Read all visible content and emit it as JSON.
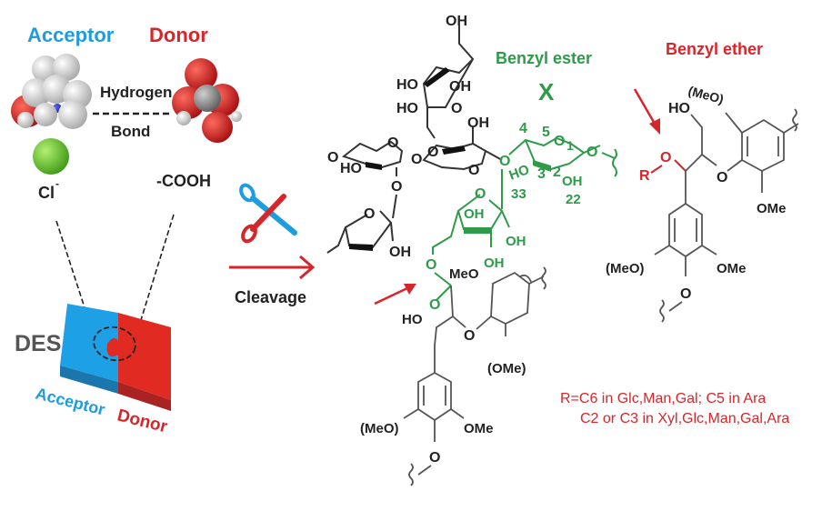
{
  "des_panel": {
    "acceptor_label": "Acceptor",
    "donor_label": "Donor",
    "hydrogen_bond_label_line1": "Hydrogen",
    "hydrogen_bond_label_line2": "Bond",
    "chloride_label": "Cl",
    "chloride_charge": "-",
    "carboxyl_label": "-COOH",
    "des_label": "DES",
    "block_acceptor_label": "Acceptor",
    "block_donor_label": "Donor",
    "colors": {
      "acceptor": "#1e9ce0",
      "donor": "#d6262a",
      "chlorine": "#6cc530",
      "oxygen": "#d0201f",
      "hydrogen": "#e6e6e6",
      "carbon": "#8a8a8a"
    }
  },
  "process": {
    "icon": "scissors-icon",
    "arrow_label": "Cleavage"
  },
  "center_structure": {
    "benzyl_ester_label": "Benzyl ester",
    "cleave_mark": "X",
    "labels": {
      "oh_top": "OH",
      "ho_a": "HO",
      "oh_a": "OH",
      "ho_b": "HO",
      "o_ring_a": "O",
      "oh_mid": "OH",
      "o_left": "O",
      "ho_left": "HO",
      "o_ring_left": "O",
      "o_link1": "O",
      "o_link2": "O",
      "o_ring_mid": "O",
      "o_link3": "O",
      "o_down": "O",
      "o_furan": "O",
      "oh_furan": "OH",
      "o_link_green": "O",
      "n4": "4",
      "n5": "5",
      "o_ring_green": "O",
      "n1": "1",
      "o_green_end": "O",
      "ho3": "HO",
      "n3": "3",
      "n2": "2",
      "oh2": "OH",
      "n33": "33",
      "n22": "22",
      "o_green_furan": "O",
      "oh_g1": "OH",
      "oh_g2": "OH",
      "oh_g3": "OH",
      "o_ester": "O",
      "o_carbonyl": "O",
      "meo": "MeO",
      "ho_lig": "HO",
      "o_lig": "O",
      "ome_paren": "(OMe)",
      "meo_paren": "(MeO)",
      "ome": "OMe",
      "o_bottom": "O"
    }
  },
  "right_structure": {
    "benzyl_ether_label": "Benzyl ether",
    "labels": {
      "meo_paren": "(MeO)",
      "ho": "HO",
      "r": "R",
      "o_ether": "O",
      "o_aryl": "O",
      "ome": "OMe",
      "meo_paren2": "(MeO)",
      "ome2": "OMe",
      "o_bottom": "O"
    },
    "note_line1": "R=C6 in Glc,Man,Gal; C5 in Ara",
    "note_line2": "C2 or C3 in Xyl,Glc,Man,Gal,Ara"
  }
}
